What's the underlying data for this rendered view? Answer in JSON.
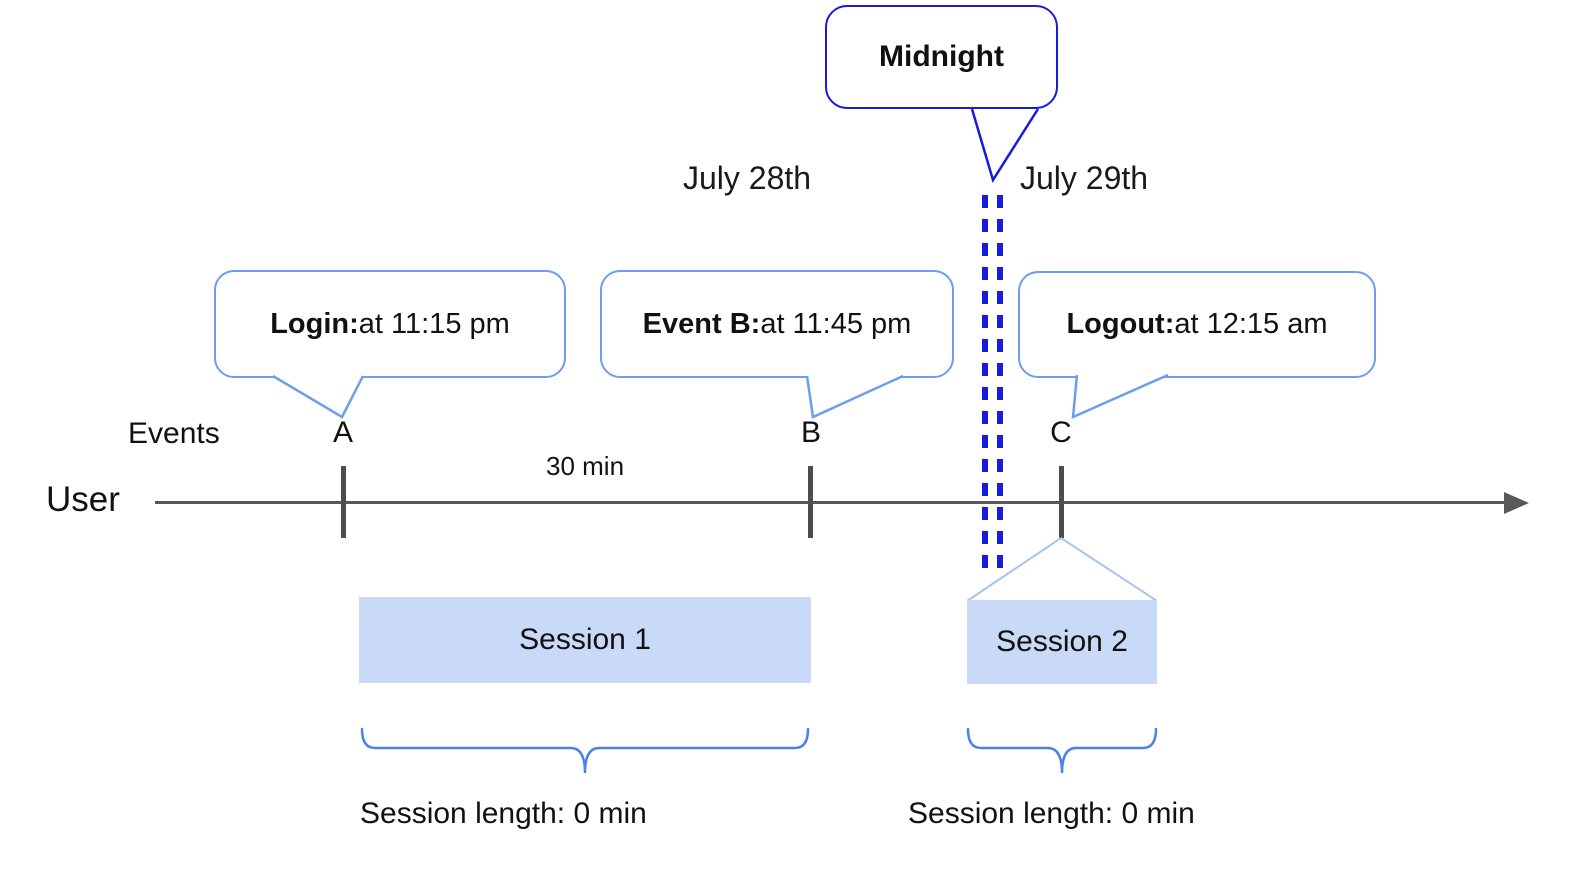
{
  "colors": {
    "dark-blue": "#1a1ada",
    "cornflower": "#6d9eeb",
    "light-blue": "#a8c4f2",
    "brace-blue": "#4a82e8",
    "session-fill": "#c9daf8",
    "axis-gray": "#595959",
    "tick-gray": "#4d4d4d",
    "text": "#111111"
  },
  "callouts": {
    "midnight": {
      "label": "Midnight"
    },
    "login": {
      "label": "Login:",
      "detail": " at 11:15 pm"
    },
    "event_b": {
      "label": "Event B:",
      "detail": " at 11:45 pm"
    },
    "logout": {
      "label": "Logout:",
      "detail": " at 12:15 am"
    }
  },
  "dates": {
    "left": "July 28th",
    "right": "July 29th"
  },
  "timeline": {
    "axis_label": "User",
    "events_label": "Events",
    "interval_label": "30 min",
    "events": [
      {
        "id": "A"
      },
      {
        "id": "B"
      },
      {
        "id": "C"
      }
    ]
  },
  "sessions": [
    {
      "name": "Session 1",
      "length_label": "Session length: 0 min"
    },
    {
      "name": "Session 2",
      "length_label": "Session length: 0 min"
    }
  ]
}
